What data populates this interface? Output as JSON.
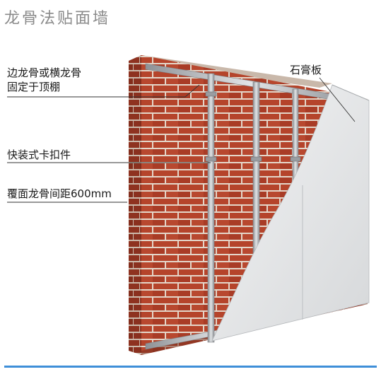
{
  "title": "龙骨法贴面墙",
  "labels": {
    "side_keel": "边龙骨或横龙骨",
    "fixed_to_ceiling": "固定于顶棚",
    "clip_fastener": "快装式卡扣件",
    "keel_spacing": "覆面龙骨间距600mm",
    "gypsum_board": "石膏板"
  },
  "colors": {
    "brick": "#b1422a",
    "mortar": "#e6d8cc",
    "metal": "#b9bcbf",
    "board": "#e8e9ea",
    "accent_rule": "#3f8fd8"
  }
}
